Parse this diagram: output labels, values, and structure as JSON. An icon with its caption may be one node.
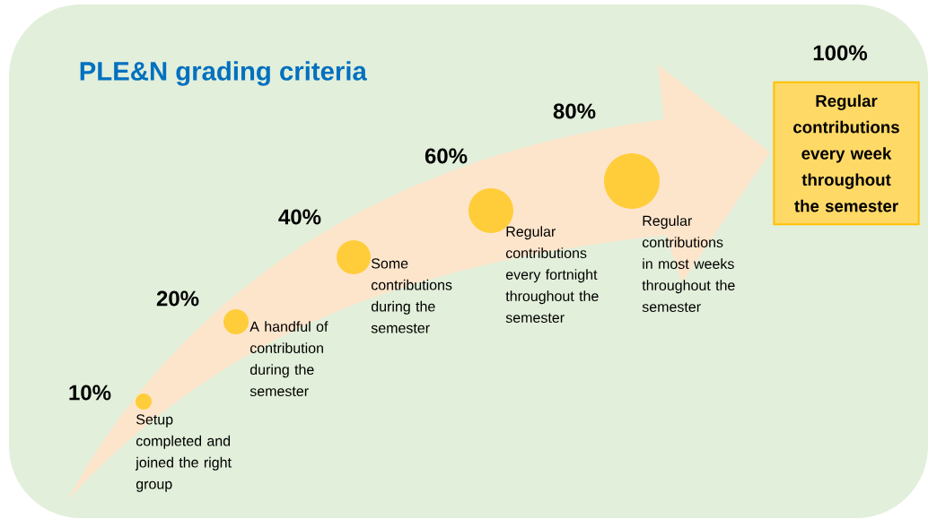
{
  "diagram": {
    "title": "PLE&N grading criteria",
    "nodes": [
      {
        "text": [],
        "shape": "circle",
        "beside": [
          "10%",
          "Setup completed and joined the right group"
        ]
      },
      {
        "text": [],
        "shape": "circle",
        "beside": [
          "20%",
          "A handful of contribution during the semester"
        ]
      },
      {
        "text": [],
        "shape": "circle",
        "beside": [
          "40%",
          "Some contributions during the semester"
        ]
      },
      {
        "text": [],
        "shape": "circle",
        "beside": [
          "60%",
          "Regular contributions every fortnight throughout the semester"
        ]
      },
      {
        "text": [],
        "shape": "circle",
        "beside": [
          "80%",
          "Regular contributions in most weeks throughout the semester"
        ]
      },
      {
        "text": [
          "Regular contributions every week throughout the semester"
        ],
        "beside": [
          "100%"
        ]
      }
    ]
  }
}
